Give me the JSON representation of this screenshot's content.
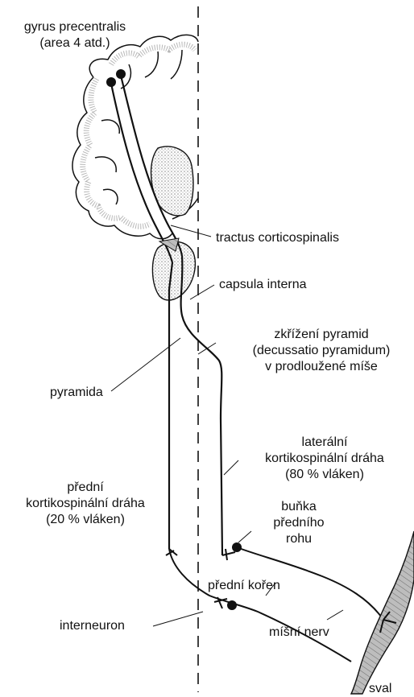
{
  "labels": {
    "gyrus_line1": "gyrus precentralis",
    "gyrus_line2": "(area 4 atd.)",
    "tractus": "tractus corticospinalis",
    "capsula": "capsula interna",
    "decussatio_line1": "zkřížení pyramid",
    "decussatio_line2": "(decussatio pyramidum)",
    "decussatio_line3": "v prodloužené míše",
    "pyramida": "pyramida",
    "lateral_line1": "laterální",
    "lateral_line2": "kortikospinální dráha",
    "lateral_line3": "(80 % vláken)",
    "bunka_line1": "buňka",
    "bunka_line2": "předního",
    "bunka_line3": "rohu",
    "predni_line1": "přední",
    "predni_line2": "kortikospinální dráha",
    "predni_line3": "(20 % vláken)",
    "predni_koren": "přední kořen",
    "interneuron": "interneuron",
    "misni_nerv": "míšní nerv",
    "sval": "sval"
  },
  "colors": {
    "ink": "#111111",
    "stipple": "#cfcfcf"
  }
}
